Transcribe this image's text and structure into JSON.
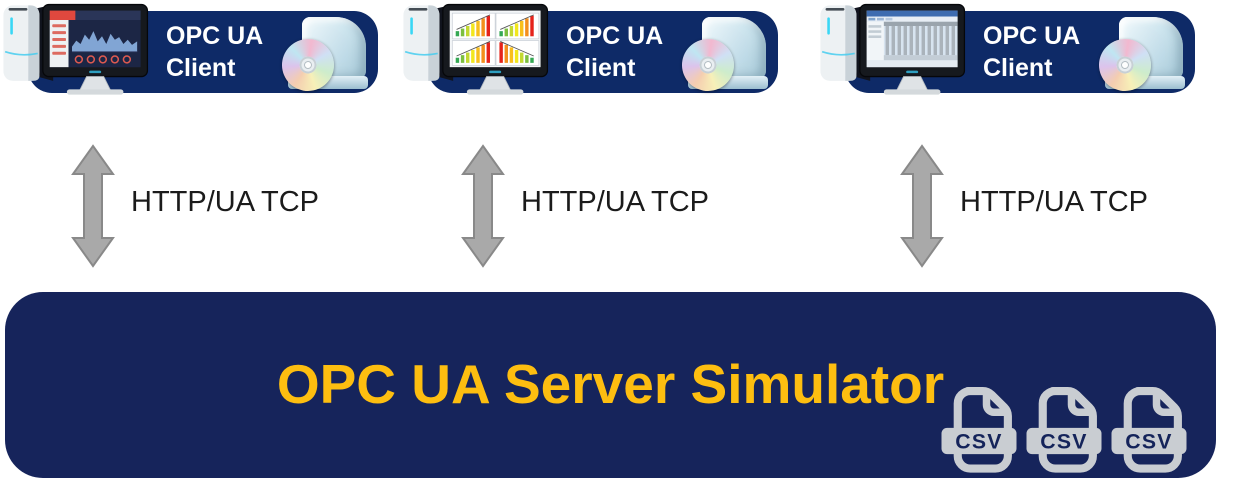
{
  "diagram": {
    "clients": [
      {
        "line1": "OPC UA",
        "line2": "Client"
      },
      {
        "line1": "OPC UA",
        "line2": "Client"
      },
      {
        "line1": "OPC UA",
        "line2": "Client"
      }
    ],
    "links": [
      {
        "label": "HTTP/UA TCP"
      },
      {
        "label": "HTTP/UA TCP"
      },
      {
        "label": "HTTP/UA TCP"
      }
    ],
    "server": {
      "title": "OPC UA Server Simulator",
      "csv_label": "CSV",
      "csv_file_count": 3
    },
    "icons": {
      "client_computer": "desktop-computer-icon",
      "client_software": "software-box-cd-icon",
      "link_arrow": "double-headed-arrow-icon",
      "server_files": "csv-file-icon"
    },
    "colors": {
      "client_box": "#0e2a67",
      "server_box": "#16245b",
      "server_title": "#fdbe10",
      "client_label": "#ffffff",
      "link_label": "#1b1b1b",
      "arrow_fill": "#a9a9a9",
      "arrow_outline": "#898989",
      "csv_icon": "#c9cdd2"
    }
  }
}
